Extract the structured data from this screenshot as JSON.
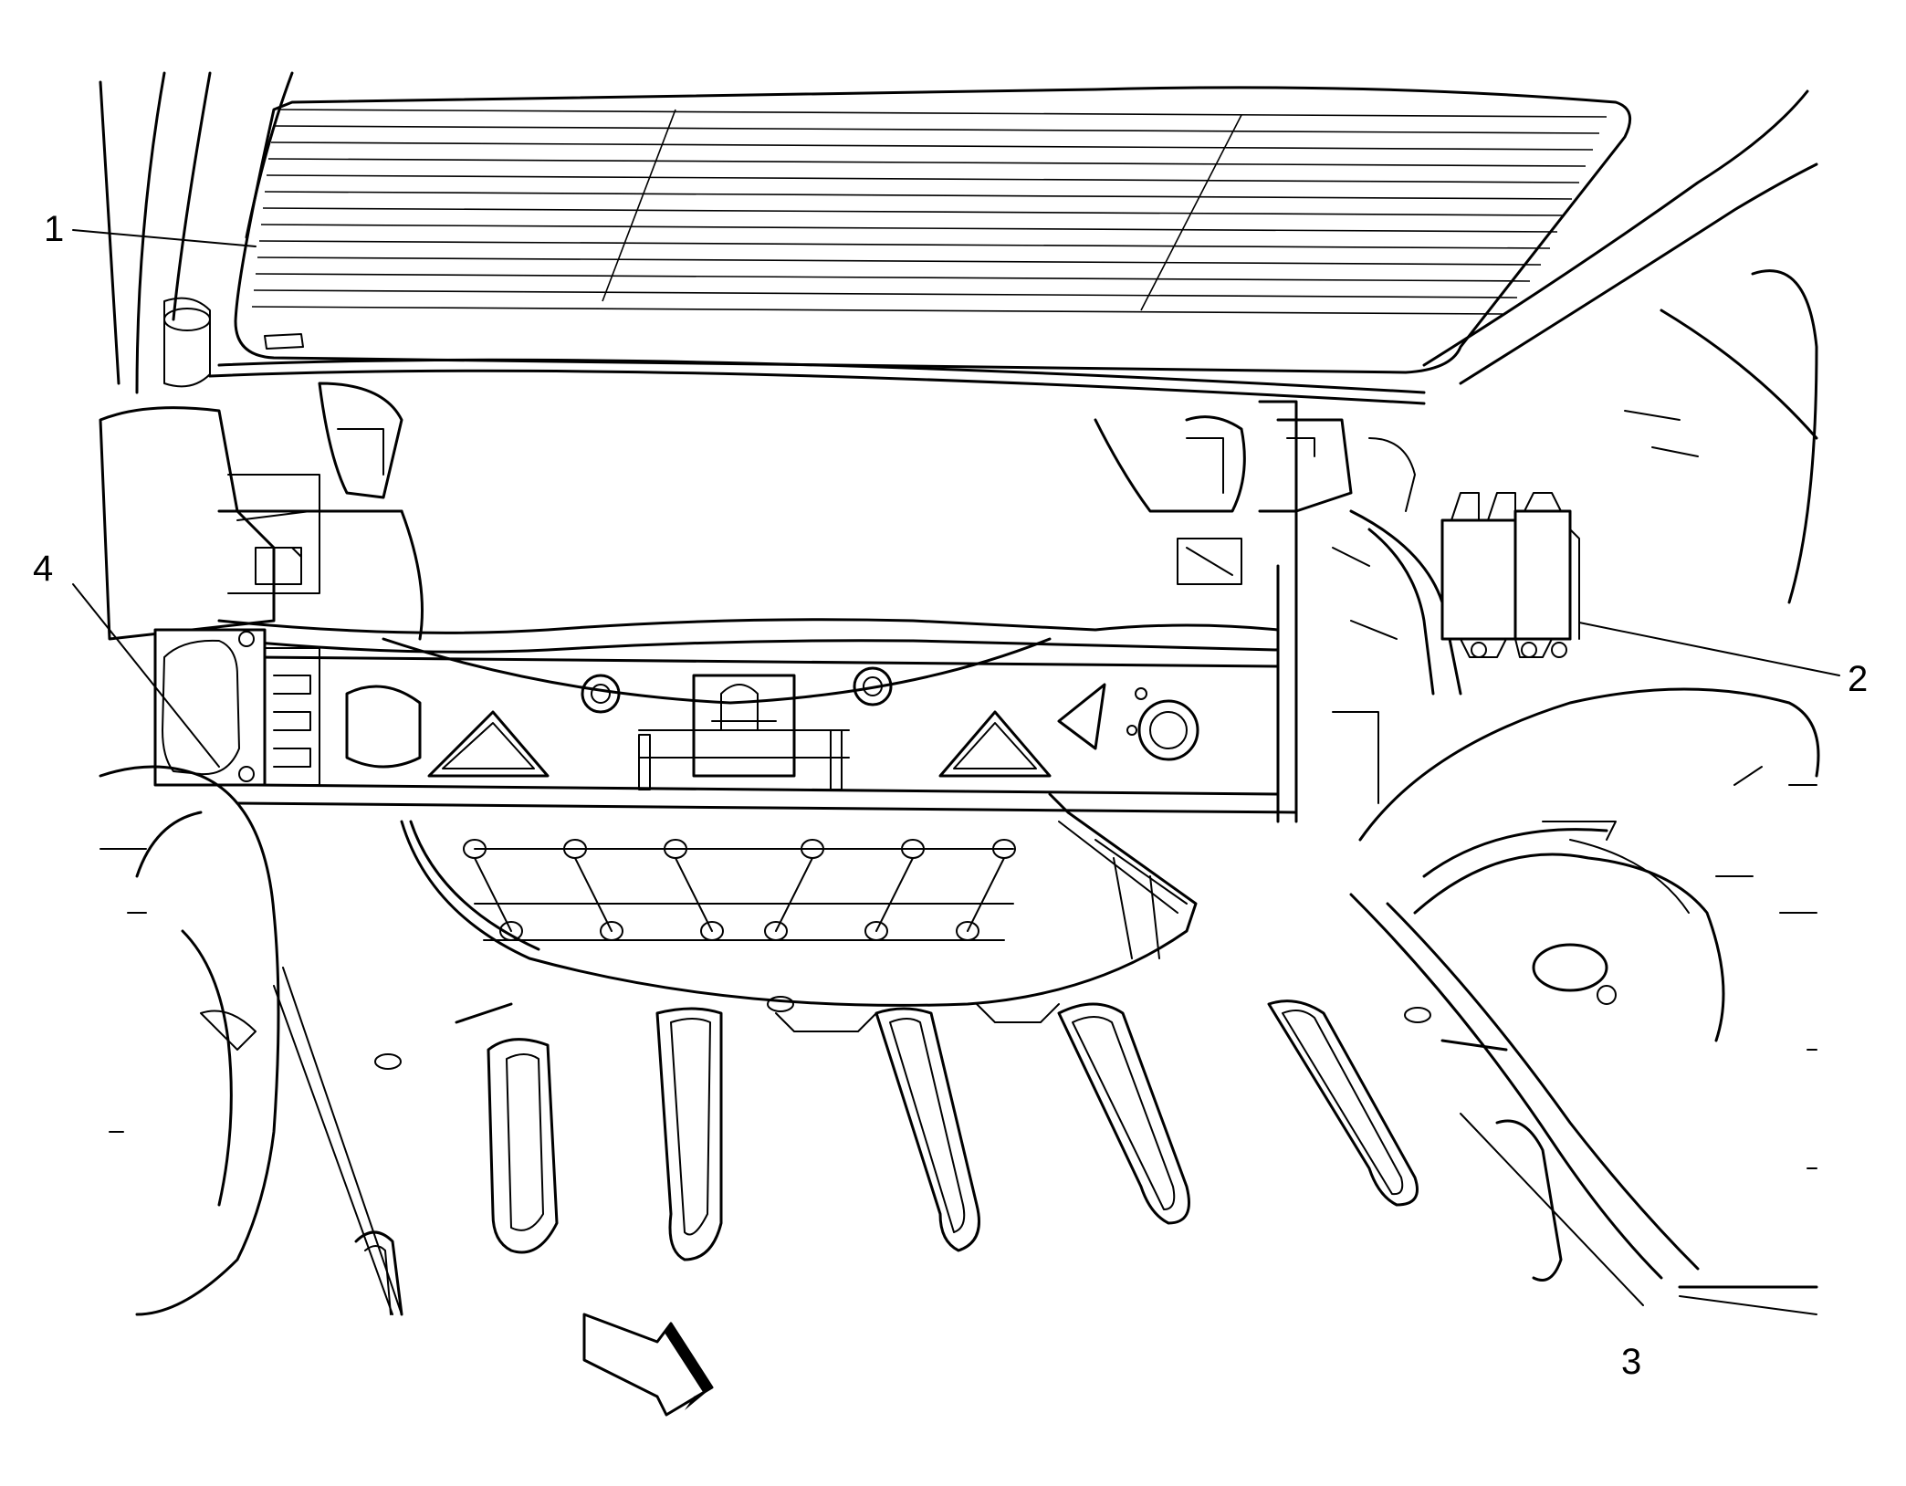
{
  "diagram": {
    "callouts": [
      {
        "id": "1",
        "label": "1"
      },
      {
        "id": "2",
        "label": "2"
      },
      {
        "id": "3",
        "label": "3"
      },
      {
        "id": "4",
        "label": "4"
      }
    ],
    "direction_arrow": "arrow-icon"
  }
}
